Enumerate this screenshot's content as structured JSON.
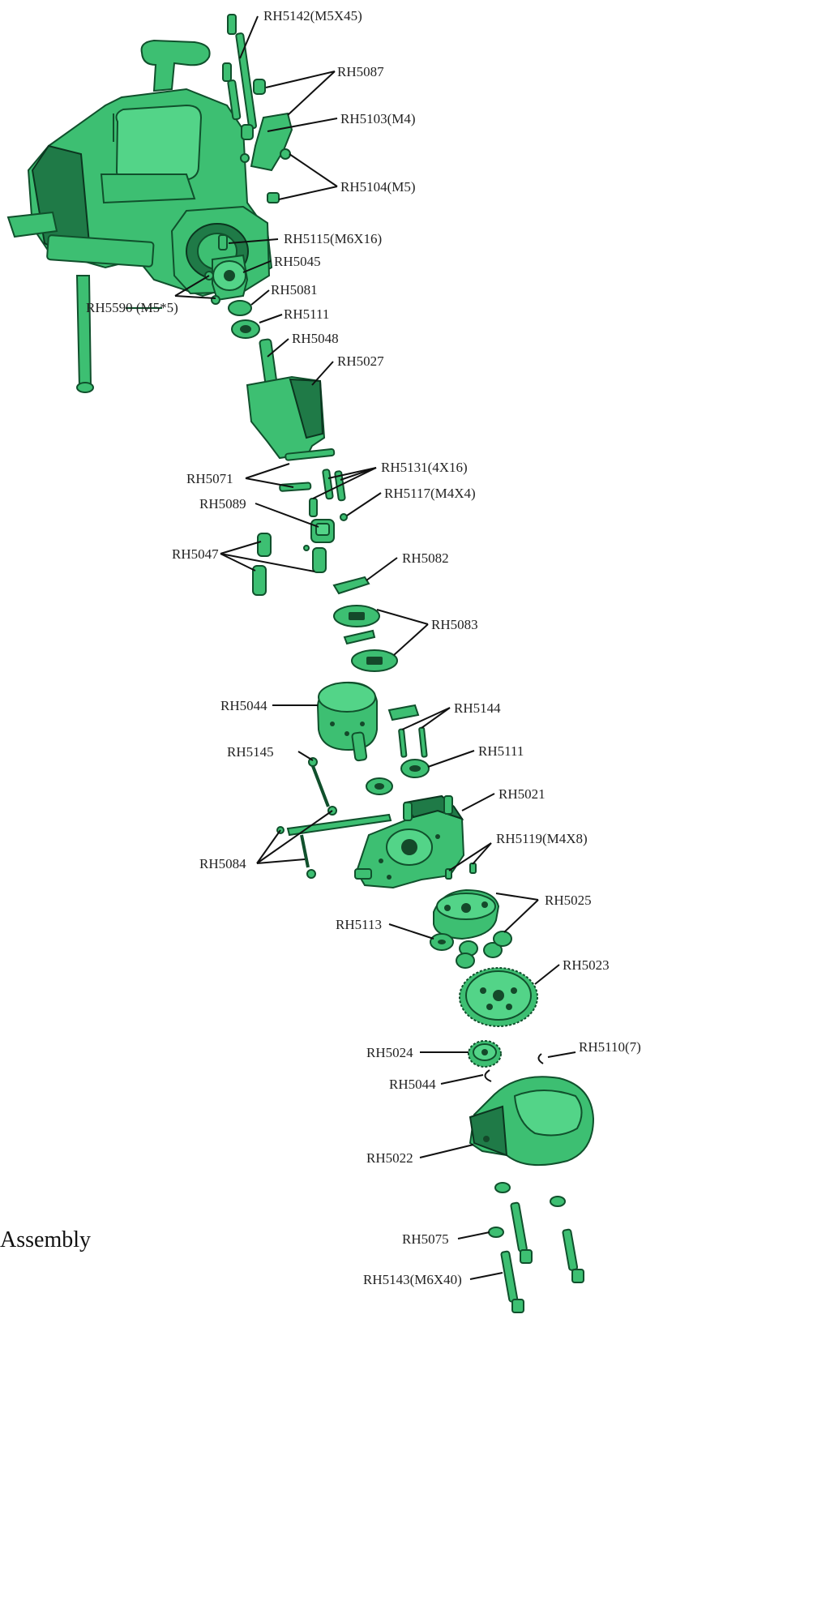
{
  "diagram": {
    "title": "Assembly",
    "labels": [
      "RH5142(M5X45)",
      "RH5087",
      "RH5103(M4)",
      "RH5104(M5)",
      "RH5115(M6X16)",
      "RH5045",
      "RH5590 (M5*5)",
      "RH5081",
      "RH5111",
      "RH5048",
      "RH5027",
      "RH5071",
      "RH5131(4X16)",
      "RH5089",
      "RH5117(M4X4)",
      "RH5047",
      "RH5082",
      "RH5083",
      "RH5044",
      "RH5144",
      "RH5145",
      "RH5111",
      "RH5021",
      "RH5084",
      "RH5119(M4X8)",
      "RH5025",
      "RH5113",
      "RH5023",
      "RH5024",
      "RH5110(7)",
      "RH5044",
      "RH5022",
      "RH5075",
      "RH5143(M6X40)"
    ],
    "colors": {
      "part_green": "#3dbf72",
      "outline": "#10502c",
      "text": "#222222"
    }
  }
}
